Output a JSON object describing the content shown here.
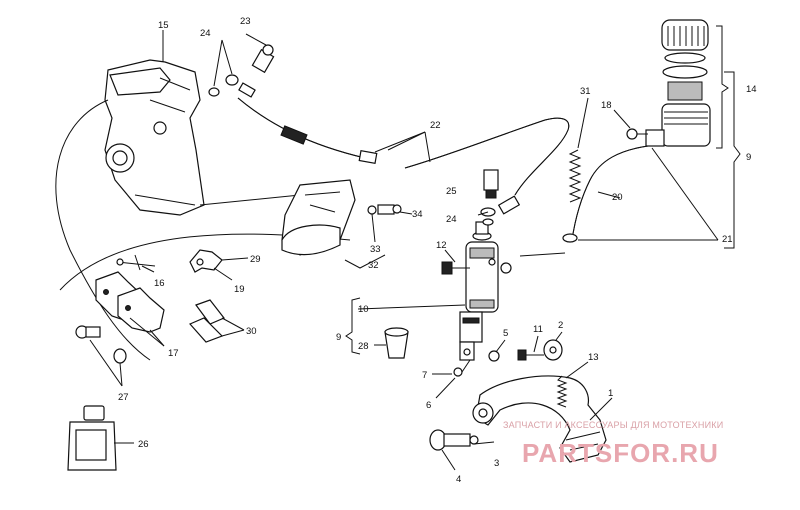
{
  "callouts": [
    "1",
    "2",
    "3",
    "4",
    "5",
    "6",
    "7",
    "9",
    "10",
    "11",
    "12",
    "13",
    "14",
    "15",
    "16",
    "17",
    "18",
    "19",
    "20",
    "21",
    "22",
    "23",
    "24",
    "25",
    "26",
    "27",
    "28",
    "29",
    "30",
    "31",
    "32",
    "33",
    "34"
  ],
  "watermark": {
    "tagline": "ЗАПЧАСТИ И АКСЕССУАРЫ ДЛЯ МОТОТЕХНИКИ",
    "brand": "PARTSFOR.RU"
  },
  "colors": {
    "line": "#111111",
    "watermark": "#e8a6ae"
  }
}
